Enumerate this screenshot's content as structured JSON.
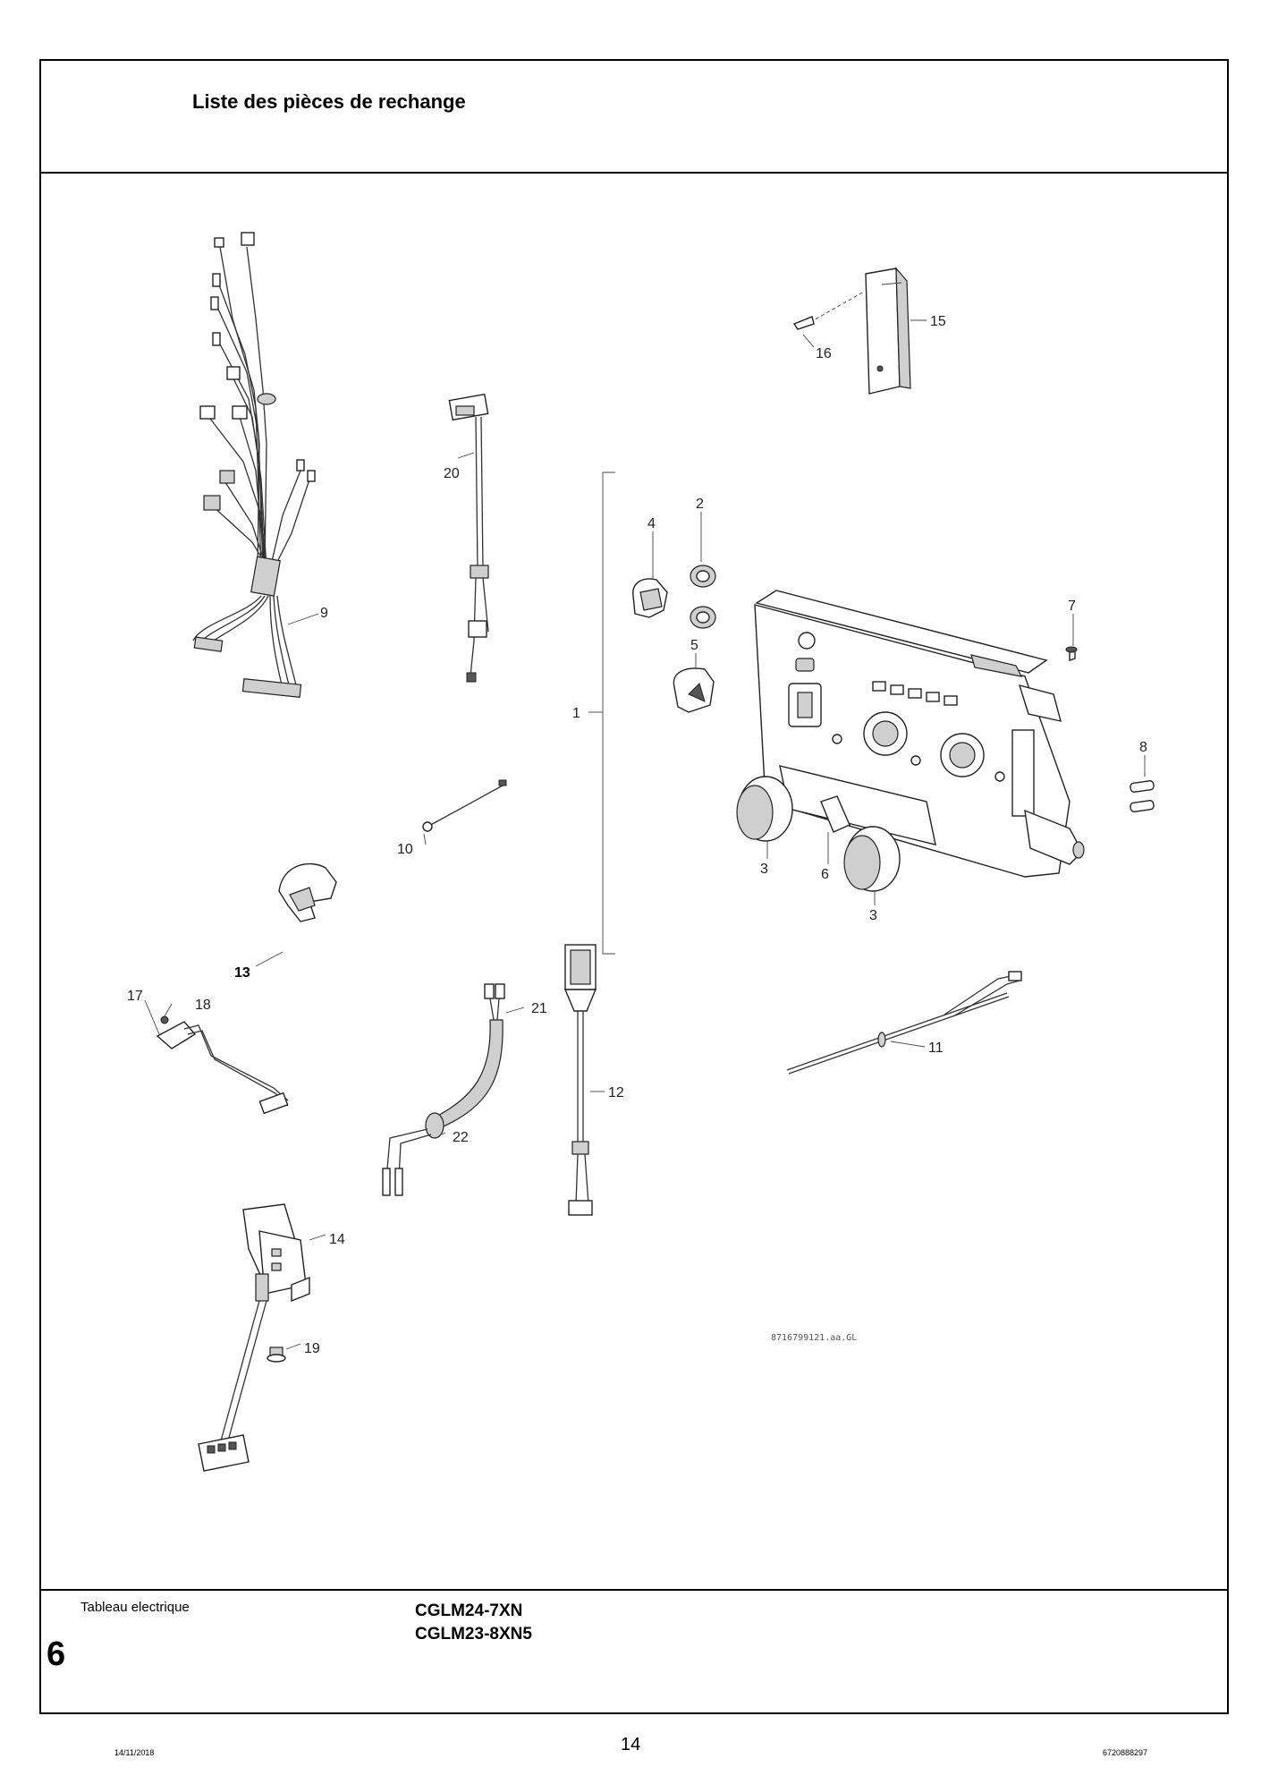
{
  "header": {
    "title": "Liste des pièces de rechange"
  },
  "diagram": {
    "reference": "8716799121.aa.GL",
    "callouts": [
      "1",
      "2",
      "3",
      "4",
      "5",
      "6",
      "7",
      "8",
      "9",
      "10",
      "11",
      "12",
      "13",
      "14",
      "15",
      "16",
      "17",
      "18",
      "19",
      "20",
      "21",
      "22"
    ]
  },
  "footer": {
    "section_label": "Tableau electrique",
    "section_number": "6",
    "models": [
      "CGLM24-7XN",
      "CGLM23-8XN5"
    ]
  },
  "page": {
    "date": "14/11/2018",
    "number": "14",
    "doc_number": "6720888297"
  }
}
